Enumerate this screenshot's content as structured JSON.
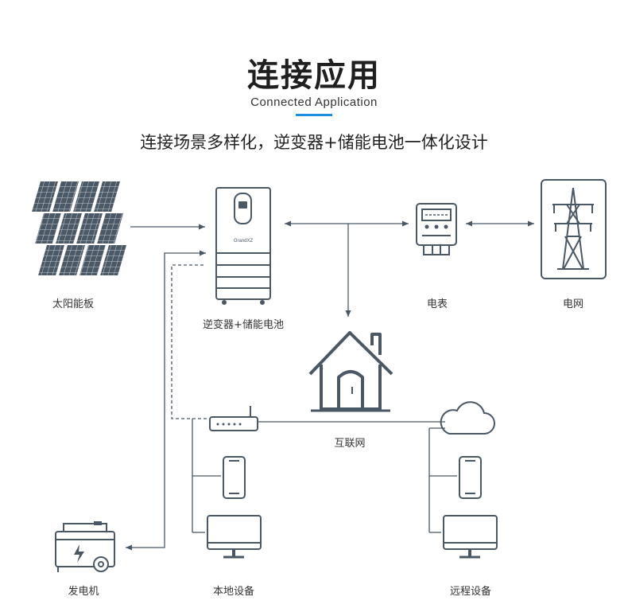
{
  "header": {
    "title": "连接应用",
    "subtitle": "Connected Application",
    "tagline": "连接场景多样化，逆变器+储能电池一体化设计"
  },
  "nodes": {
    "solar": "太阳能板",
    "inverter": "逆变器+储能电池",
    "inverter_brand": "GrandXZ",
    "meter": "电表",
    "grid": "电网",
    "internet": "互联网",
    "generator": "发电机",
    "local": "本地设备",
    "remote": "远程设备"
  },
  "colors": {
    "line": "#4a5866",
    "accent": "#1d8fe0",
    "panel": "#4b5866"
  }
}
